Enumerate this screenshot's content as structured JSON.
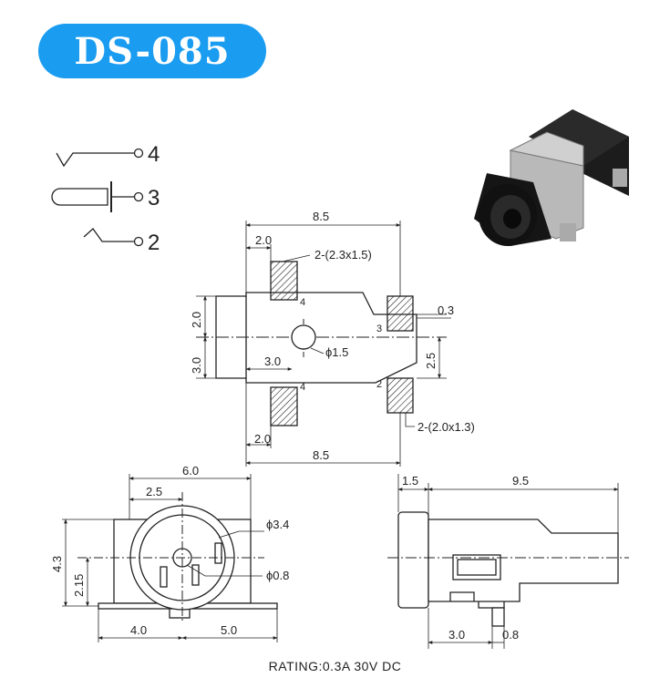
{
  "title": "DS-085",
  "schematic": {
    "pins": [
      "4",
      "3",
      "2"
    ]
  },
  "top_view": {
    "dims": {
      "width_top": "8.5",
      "pad_offset_top": "2.0",
      "pad4_spec": "2-(2.3x1.5)",
      "gap": "0.3",
      "left_upper": "2.0",
      "left_lower": "3.0",
      "hole_offset": "3.0",
      "hole_dia": "ϕ1.5",
      "right_span": "2.5",
      "pad2_spec": "2-(2.0x1.3)",
      "pad_offset_bottom": "2.0",
      "width_bottom": "8.5"
    },
    "pad_labels": [
      "4",
      "3",
      "4",
      "2"
    ]
  },
  "front_view": {
    "dims": {
      "width": "6.0",
      "center_offset": "2.5",
      "outer_dia": "ϕ3.4",
      "pin_dia": "ϕ0.8",
      "height": "4.3",
      "center_height": "2.15",
      "bottom_left": "4.0",
      "bottom_right": "5.0"
    }
  },
  "side_view": {
    "dims": {
      "flange": "1.5",
      "length": "9.5",
      "tab_offset": "3.0",
      "tab_width": "0.8"
    }
  },
  "rating": "RATING:0.3A 30V DC",
  "colors": {
    "badge": "#1a9cf0",
    "line": "#222222",
    "jack_body": "#1c1c1c",
    "jack_shell": "#b9b9b9"
  }
}
